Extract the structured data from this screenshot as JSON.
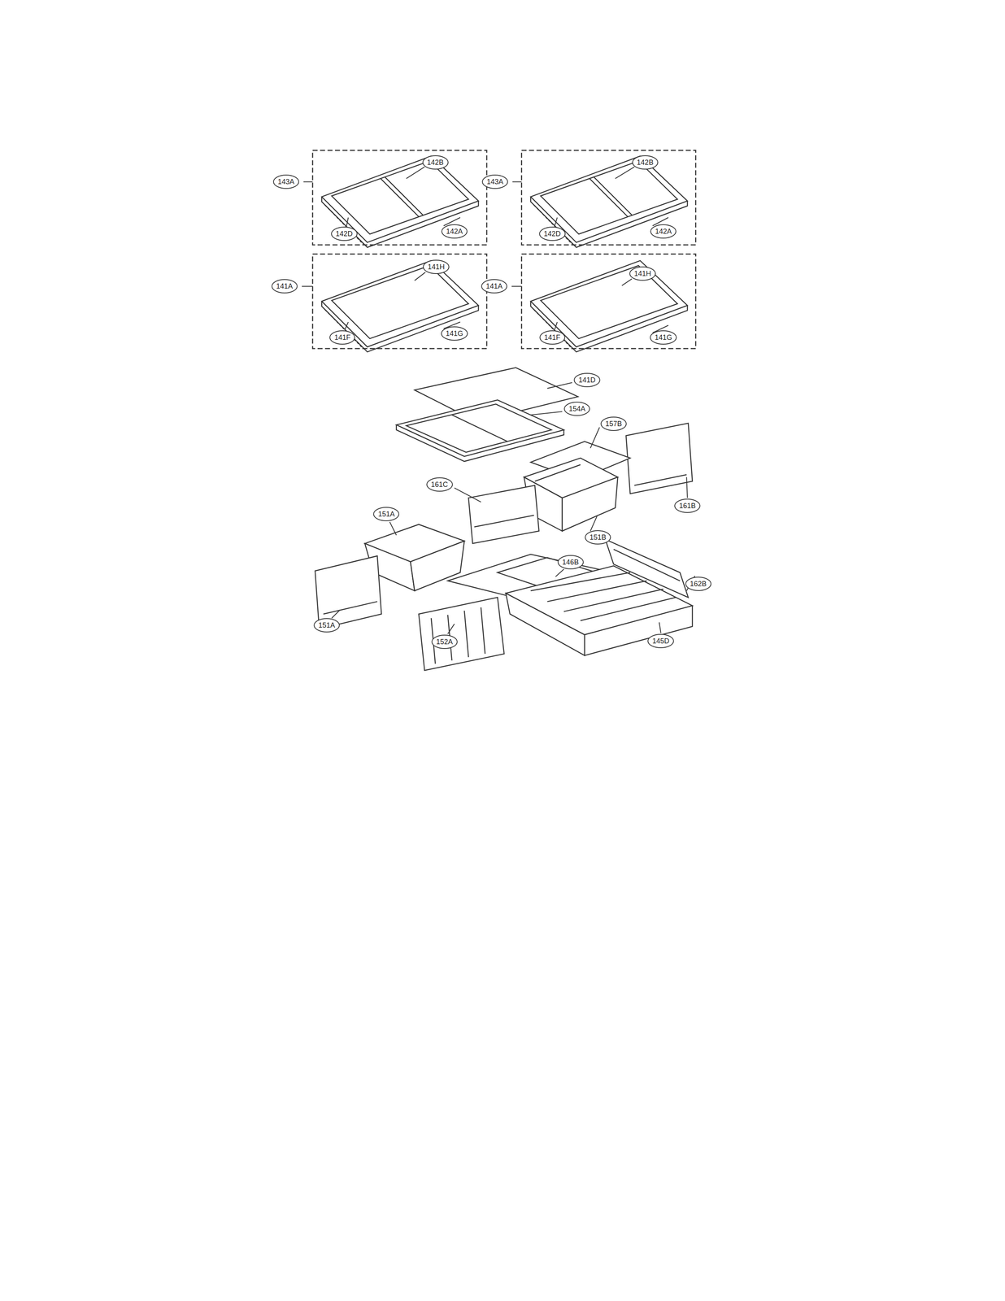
{
  "diagram": {
    "labels": [
      "143A",
      "142B",
      "142D",
      "142A",
      "143A",
      "142B",
      "142D",
      "142A",
      "141A",
      "141H",
      "141F",
      "141G",
      "141A",
      "141H",
      "141F",
      "141G",
      "141D",
      "154A",
      "157B",
      "161C",
      "161B",
      "151B",
      "151A",
      "146B",
      "162B",
      "151A",
      "152A",
      "145D"
    ]
  }
}
